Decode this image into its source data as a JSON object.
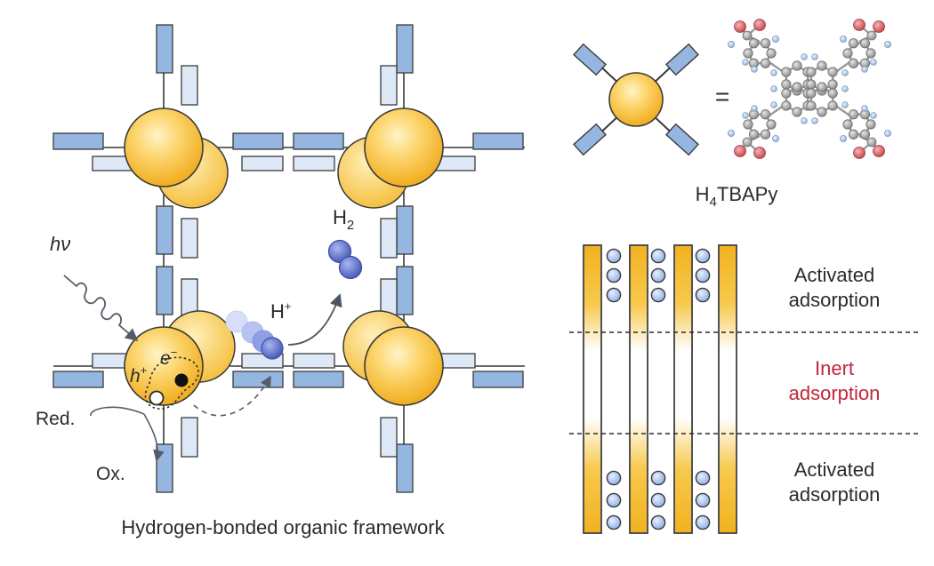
{
  "colors": {
    "node_light": "#fde7a4",
    "node_mid": "#f9c84f",
    "node_dark": "#efa81a",
    "outline": "#3a3a3a",
    "linker_blue": "#94b6e0",
    "linker_pale": "#dde9f6",
    "molecule_gray": "#9d9d9d",
    "oxygen_red": "#d9666a",
    "hydrogen_blue": "#a8c4e4",
    "h2_blue": "#5a6fc4",
    "adsorbate_blue": "#b7cdee",
    "inert_red": "#c0283a",
    "text": "#2b2b2b"
  },
  "labels": {
    "hv": "hν",
    "h2_main": "H",
    "h2_sub": "2",
    "hplus_main": "H",
    "hplus_sup": "+",
    "hole_main": "h",
    "hole_sup": "+",
    "electron_main": "e",
    "electron_sup": "−",
    "red": "Red.",
    "ox": "Ox.",
    "framework_caption": "Hydrogen-bonded organic framework",
    "equals": "=",
    "linker_pre": "H",
    "linker_sub": "4",
    "linker_post": "TBAPy",
    "activated_top_1": "Activated",
    "activated_top_2": "adsorption",
    "inert_1": "Inert",
    "inert_2": "adsorption",
    "activated_bottom_1": "Activated",
    "activated_bottom_2": "adsorption"
  }
}
